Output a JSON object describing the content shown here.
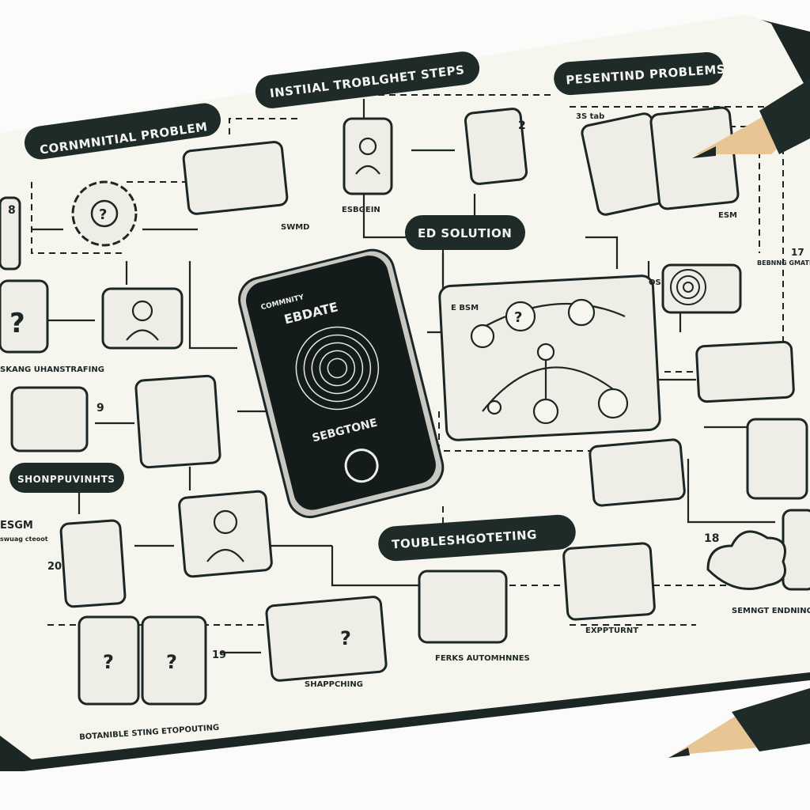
{
  "colors": {
    "ink": "#1c2624",
    "paper": "#f6f5ee",
    "pill": "#1e2b29",
    "pencil_wood": "#e8c594"
  },
  "headers": {
    "initial_problem": "CORNMNITIAL PROBLEM",
    "initial_steps": "INSTIIAL TROBLGHET STEPS",
    "presenting_problems": "PESENTIND PROBLEMS",
    "solution": "ED SOLUTION",
    "troubleshooting": "TOUBLESHGOTETING",
    "shortcuts": "SHONPPUVINHTS"
  },
  "phone": {
    "top_label": "COMMNITY",
    "title": "EBDATE",
    "subtitle": "SEBGTONE"
  },
  "captions": {
    "c1": "ESBGEIN",
    "c2": "SWMD",
    "c3": "ESM",
    "c4": "SKANG UHANSTRAFING",
    "c5": "ESGM",
    "c6": "swuag cteoot",
    "c7": "BOTANIBLE STING ETOPOUTING",
    "c8": "SHAPPCHING",
    "c9": "FERKS AUTOMHNNES",
    "c10": "EXPPTURNT",
    "c11": "SEMNGT ENDNING",
    "c12": "BEBNNG GMATIUNN GMNNUNION",
    "c13": "E BSM",
    "c14": "3S tab"
  },
  "markers": {
    "m1": "8",
    "m2": "9",
    "m3": "?",
    "m4": "2",
    "m5": "19",
    "m6": "20",
    "m7": "18",
    "m8": "17",
    "m9": "OS"
  }
}
